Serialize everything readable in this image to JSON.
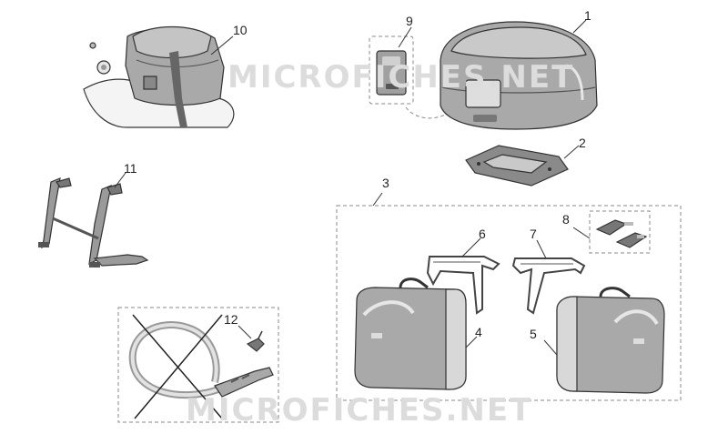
{
  "colors": {
    "case_fill": "#a9a9a9",
    "case_dark": "#8a8a8a",
    "case_light": "#d8d8d8",
    "outline": "#333333",
    "dash": "#888888",
    "watermark": "#dcdcdc"
  },
  "watermark": {
    "text": "MICROFICHES.NET"
  },
  "callouts": [
    {
      "id": "1",
      "label": "1",
      "part": "top-case"
    },
    {
      "id": "2",
      "label": "2",
      "part": "top-case-mounting-plate"
    },
    {
      "id": "3",
      "label": "3",
      "part": "side-cases-kit"
    },
    {
      "id": "4",
      "label": "4",
      "part": "left-side-case"
    },
    {
      "id": "5",
      "label": "5",
      "part": "right-side-case"
    },
    {
      "id": "6",
      "label": "6",
      "part": "left-side-case-frame"
    },
    {
      "id": "7",
      "label": "7",
      "part": "right-side-case-frame"
    },
    {
      "id": "8",
      "label": "8",
      "part": "keys"
    },
    {
      "id": "9",
      "label": "9",
      "part": "top-case-backrest-pad"
    },
    {
      "id": "10",
      "label": "10",
      "part": "tank-bag"
    },
    {
      "id": "11",
      "label": "11",
      "part": "center-stand"
    },
    {
      "id": "12",
      "label": "12",
      "part": "anti-theft-cable-lock"
    }
  ]
}
